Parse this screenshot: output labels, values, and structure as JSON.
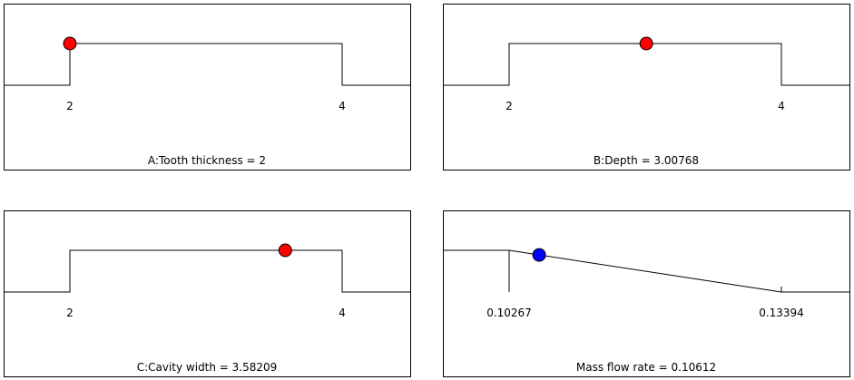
{
  "colors": {
    "factor_marker": "#ff0000",
    "response_marker": "#0000ff",
    "line": "#000000",
    "frame": "#000000"
  },
  "chart_data": [
    {
      "type": "line",
      "kind": "factor",
      "label": "A:Tooth thickness = 2",
      "low": 2,
      "high": 4,
      "low_label": "2",
      "high_label": "4",
      "value": 2,
      "marker_color": "#ff0000"
    },
    {
      "type": "line",
      "kind": "factor",
      "label": "B:Depth = 3.00768",
      "low": 2,
      "high": 4,
      "low_label": "2",
      "high_label": "4",
      "value": 3.00768,
      "marker_color": "#ff0000"
    },
    {
      "type": "line",
      "kind": "factor",
      "label": "C:Cavity width = 3.58209",
      "low": 2,
      "high": 4,
      "low_label": "2",
      "high_label": "4",
      "value": 3.58209,
      "marker_color": "#ff0000"
    },
    {
      "type": "line",
      "kind": "response-minimize",
      "label": "Mass flow rate = 0.10612",
      "low": 0.10267,
      "high": 0.13394,
      "low_label": "0.10267",
      "high_label": "0.13394",
      "value": 0.10612,
      "marker_color": "#0000ff"
    }
  ]
}
